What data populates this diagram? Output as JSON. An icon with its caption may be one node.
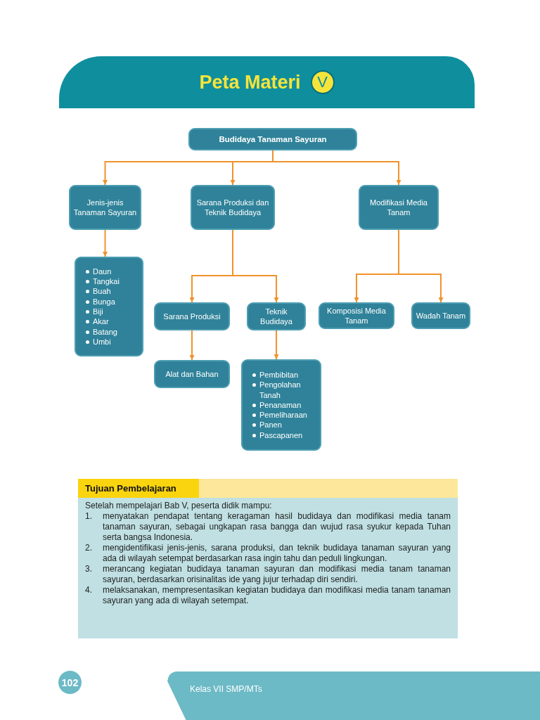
{
  "diagram": {
    "title": "Peta Materi",
    "nodes": [
      {
        "text": [
          "Budidaya Tanaman Sayuran"
        ]
      },
      {
        "text": [
          "Jenis-jenis Tanaman Sayuran"
        ]
      },
      {
        "text": [
          "Sarana Produksi dan Teknik Budidaya"
        ]
      },
      {
        "text": [
          "Modifikasi Media Tanam"
        ]
      },
      {
        "text": [
          "Daun",
          "Tangkai",
          "Buah",
          "Bunga",
          "Biji",
          "Akar",
          "Batang",
          "Umbi"
        ]
      },
      {
        "text": [
          "Sarana Produksi"
        ]
      },
      {
        "text": [
          "Teknik Budidaya"
        ]
      },
      {
        "text": [
          "Komposisi Media Tanam"
        ]
      },
      {
        "text": [
          "Wadah Tanam"
        ]
      },
      {
        "text": [
          "Alat dan Bahan"
        ]
      },
      {
        "text": [
          "Pembibitan",
          "Pengolahan Tanah",
          "Penanaman",
          "Pemeliharaan",
          "Panen",
          "Pascapanen"
        ]
      }
    ],
    "edges": [
      {
        "from": 0,
        "to": 1,
        "arrow": "to"
      },
      {
        "from": 0,
        "to": 2,
        "arrow": "to"
      },
      {
        "from": 0,
        "to": 3,
        "arrow": "to"
      },
      {
        "from": 1,
        "to": 4,
        "arrow": "to"
      },
      {
        "from": 2,
        "to": 5,
        "arrow": "to"
      },
      {
        "from": 2,
        "to": 6,
        "arrow": "to"
      },
      {
        "from": 3,
        "to": 7,
        "arrow": "to"
      },
      {
        "from": 3,
        "to": 8,
        "arrow": "to"
      },
      {
        "from": 5,
        "to": 9,
        "arrow": "to"
      },
      {
        "from": 6,
        "to": 10,
        "arrow": "to"
      }
    ],
    "labels": [
      "V",
      "Tujuan Pembelajaran",
      "Setelah mempelajari Bab V, peserta didik mampu:",
      "1.",
      "menyatakan pendapat tentang keragaman hasil budidaya dan modifikasi media tanam tanaman sayuran, sebagai ungkapan rasa bangga dan wujud rasa syukur kepada Tuhan serta bangsa Indonesia.",
      "2.",
      "mengidentifikasi jenis-jenis, sarana produksi, dan teknik budidaya tanaman sayuran yang ada di wilayah setempat berdasarkan rasa ingin tahu dan peduli lingkungan.",
      "3.",
      "merancang kegiatan budidaya tanaman sayuran dan modifikasi media tanam tanaman sayuran, berdasarkan orisinalitas ide yang jujur terhadap diri sendiri.",
      "4.",
      "melaksanakan, mempresentasikan kegiatan budidaya dan modifikasi media tanam tanaman sayuran yang ada di wilayah setempat.",
      "102",
      "Kelas VII SMP/MTs"
    ]
  }
}
